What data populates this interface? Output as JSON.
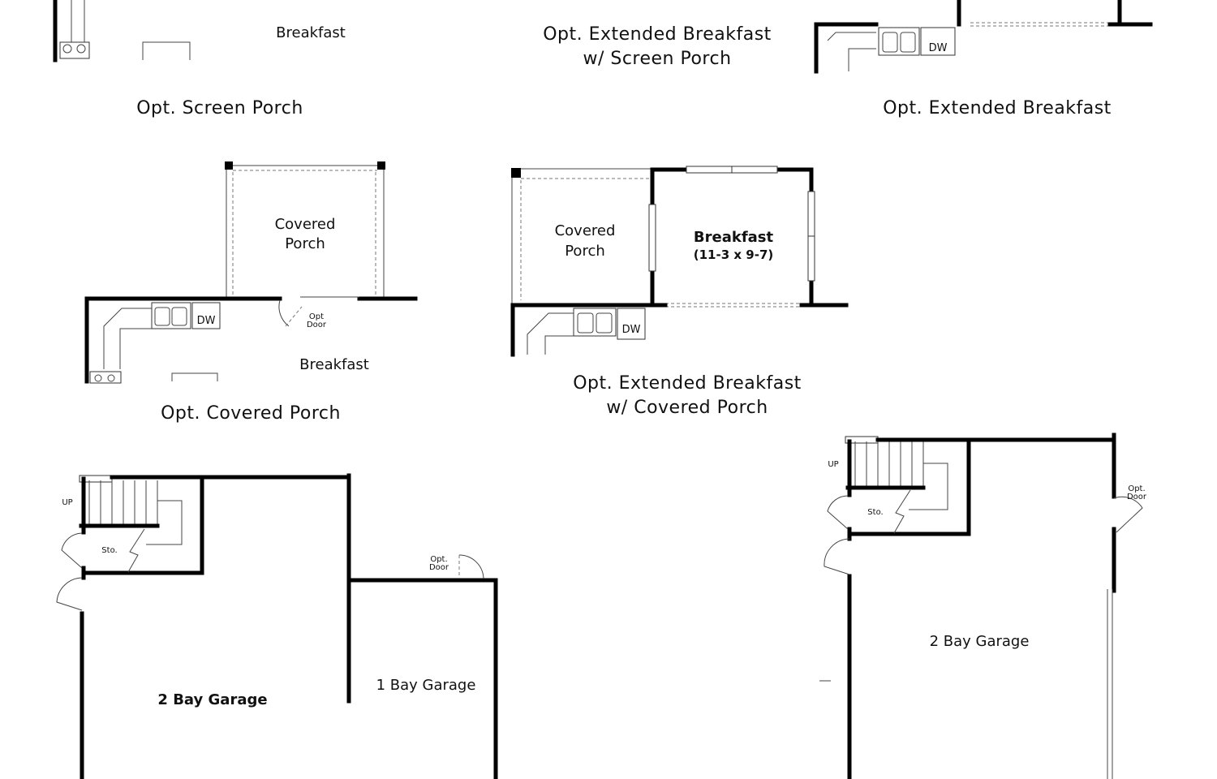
{
  "captions": {
    "screen_porch": "Opt. Screen Porch",
    "ext_breakfast_screen_line1": "Opt. Extended Breakfast",
    "ext_breakfast_screen_line2": "w/ Screen Porch",
    "ext_breakfast": "Opt. Extended Breakfast",
    "covered_porch": "Opt. Covered Porch",
    "ext_breakfast_covered_line1": "Opt. Extended Breakfast",
    "ext_breakfast_covered_line2": "w/ Covered Porch"
  },
  "rooms": {
    "breakfast_top": "Breakfast",
    "covered_porch_line1": "Covered",
    "covered_porch_line2": "Porch",
    "breakfast_covered": "Breakfast",
    "ext_covered_porch_line1": "Covered",
    "ext_covered_porch_line2": "Porch",
    "ext_breakfast": "Breakfast",
    "ext_breakfast_dims": "(11-3 x 9-7)",
    "garage_2bay_left": "2 Bay Garage",
    "garage_1bay": "1 Bay Garage",
    "garage_2bay_right": "2 Bay Garage"
  },
  "labels": {
    "dw": "DW",
    "opt": "Opt",
    "door": "Door",
    "opt_dot": "Opt.",
    "up": "UP",
    "sto": "Sto."
  }
}
